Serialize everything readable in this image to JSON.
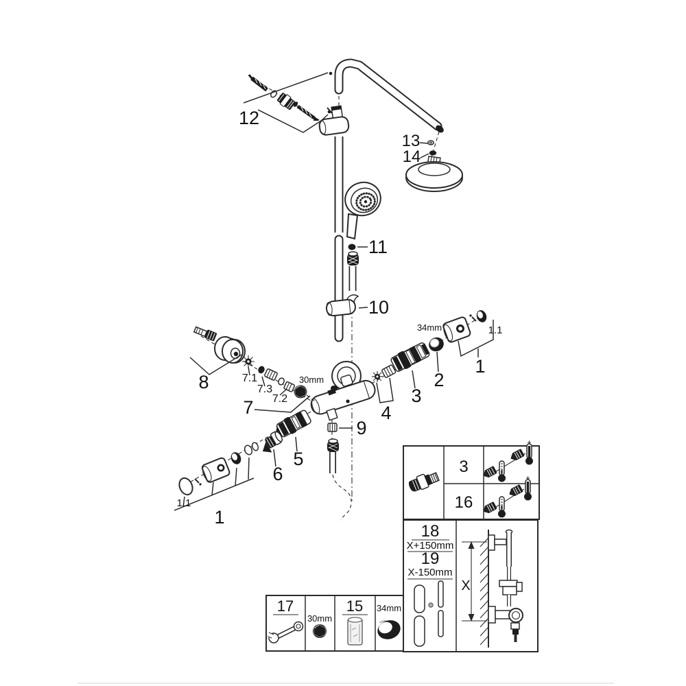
{
  "figure": {
    "description": "Exploded spare-parts diagram of a thermostatic shower system with shower rail, head shower, hand shower and thermostat valve"
  },
  "colors": {
    "ink": "#2a2a2a",
    "fill_dark": "#1d1d1d",
    "footer_line": "#e2e2e2"
  },
  "callouts": {
    "c12": "12",
    "c13": "13",
    "c14": "14",
    "c11": "11",
    "c10": "10",
    "c8": "8",
    "c7_1": "7.1",
    "c7_3": "7.3",
    "c7_2": "7.2",
    "c7": "7",
    "size30": "30mm",
    "size34": "34mm",
    "c4": "4",
    "c3": "3",
    "c2": "2",
    "c1_right": "1",
    "c1_1_right": "1.1",
    "c9": "9",
    "c5": "5",
    "c6": "6",
    "c1_left": "1",
    "c1_1_left": "1.1"
  },
  "spares_table": {
    "rows": [
      {
        "ref": "3"
      },
      {
        "ref": "16"
      }
    ]
  },
  "rails_table": {
    "ref_a": "18",
    "dim_a": "X+150mm",
    "ref_b": "19",
    "dim_b": "X-150mm",
    "axis_label": "X"
  },
  "tools_table": {
    "wrench_ref": "17",
    "nut_size": "30mm",
    "sleeve_ref": "15",
    "ring_size": "34mm"
  },
  "icons": {
    "spare_part": "coupling-part-icon",
    "temperature": "thermometer-icon",
    "tools": [
      "open-end-wrench-icon",
      "hex-nut-30mm-icon",
      "extension-sleeve-icon",
      "ring-nut-34mm-icon"
    ]
  }
}
